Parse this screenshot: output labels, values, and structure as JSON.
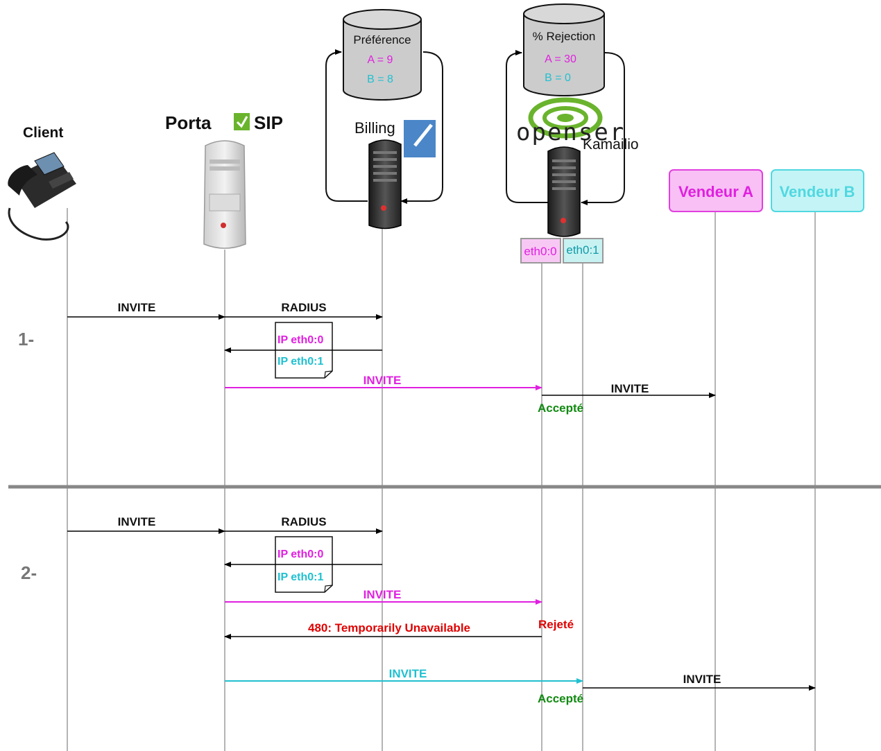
{
  "actors": {
    "client": "Client",
    "portasip_left": "Porta",
    "portasip_right": "SIP",
    "billing": "Billing",
    "kamailio_logo": "openser",
    "kamailio": "Kamailio",
    "vendeur_a": "Vendeur A",
    "vendeur_b": "Vendeur B"
  },
  "databases": {
    "preference": {
      "title": "Préférence",
      "a": "A = 9",
      "b": "B = 8"
    },
    "rejection": {
      "title": "% Rejection",
      "a": "A = 30",
      "b": "B = 0"
    }
  },
  "interfaces": {
    "eth0": "eth0:0",
    "eth1": "eth0:1"
  },
  "scenario1": {
    "number": "1-",
    "invite": "INVITE",
    "radius": "RADIUS",
    "ip_eth0": "IP eth0:0",
    "ip_eth1": "IP eth0:1",
    "invite_magenta": "INVITE",
    "invite_vendor": "INVITE",
    "accepted": "Accepté"
  },
  "scenario2": {
    "number": "2-",
    "invite": "INVITE",
    "radius": "RADIUS",
    "ip_eth0": "IP eth0:0",
    "ip_eth1": "IP eth0:1",
    "invite_magenta": "INVITE",
    "rejected": "Rejeté",
    "error": "480: Temporarily Unavailable",
    "invite_cyan": "INVITE",
    "invite_vendor": "INVITE",
    "accepted": "Accepté"
  },
  "colors": {
    "magenta": "#e020e0",
    "cyan": "#20c0d0",
    "green": "#108a10",
    "red": "#e00000",
    "logo_green": "#6ab42d",
    "billing_blue": "#4a86c8"
  }
}
